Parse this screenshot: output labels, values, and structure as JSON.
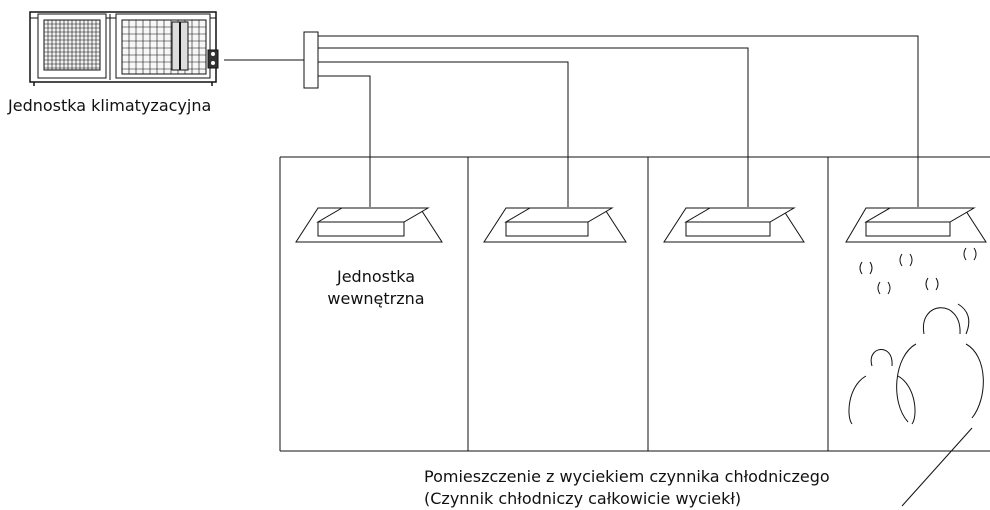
{
  "labels": {
    "outdoor_unit": "Jednostka klimatyzacyjna",
    "indoor_unit_line1": "Jednostka",
    "indoor_unit_line2": "wewnętrzna",
    "leak_room_line1": "Pomieszczenie z wyciekiem czynnika chłodniczego",
    "leak_room_line2": "(Czynnik chłodniczy całkowicie wyciekł)"
  },
  "rooms": 4,
  "indoor_units": 4,
  "leak_room_index": 4,
  "colors": {
    "line": "#111111",
    "background": "#ffffff"
  }
}
